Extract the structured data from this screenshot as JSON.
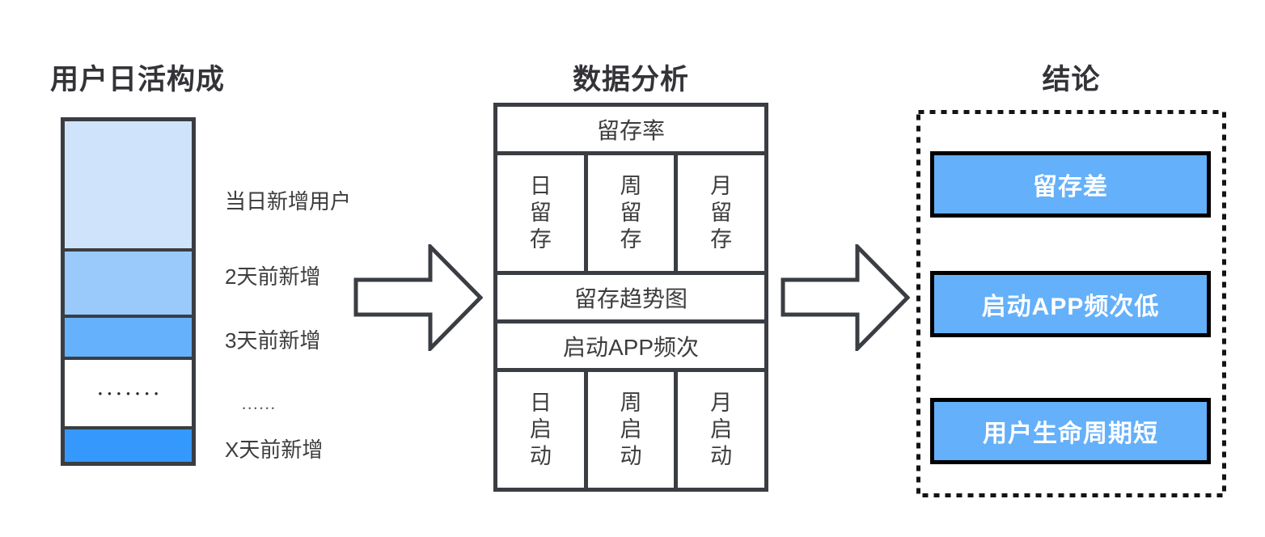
{
  "left": {
    "title": "用户日活构成",
    "labels": [
      "当日新增用户",
      "2天前新增",
      "3天前新增",
      "••••••",
      "X天前新增"
    ],
    "bar_dots": "•••••••"
  },
  "analysis": {
    "title": "数据分析",
    "retention_rate": "留存率",
    "retention_cells": [
      "日留存",
      "周留存",
      "月留存"
    ],
    "retention_trend": "留存趋势图",
    "app_frequency": "启动APP频次",
    "launch_cells": [
      "日启动",
      "周启动",
      "月启动"
    ]
  },
  "conclusion": {
    "title": "结论",
    "items": [
      "留存差",
      "启动APP频次低",
      "用户生命周期短"
    ]
  },
  "colors": {
    "ink": "#333338",
    "label_ink": "#3d3d3d",
    "outline": "#3a3d42",
    "segment_today": "#cfe4fb",
    "segment_2day": "#9acafc",
    "segment_3day": "#66b1fc",
    "segment_ellipsis": "#ffffff",
    "segment_xday": "#3598fc",
    "conclusion_fill": "#64b0fa",
    "conclusion_border": "#000000",
    "conclusion_text": "#ffffff",
    "arrow_fill": "#ffffff"
  }
}
